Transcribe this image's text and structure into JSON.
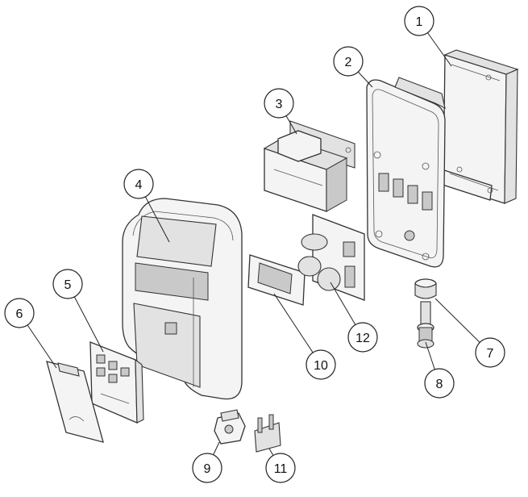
{
  "diagram": {
    "type": "exploded-parts-view",
    "callouts": [
      {
        "label": "1"
      },
      {
        "label": "2"
      },
      {
        "label": "3"
      },
      {
        "label": "4"
      },
      {
        "label": "5"
      },
      {
        "label": "6"
      },
      {
        "label": "7"
      },
      {
        "label": "8"
      },
      {
        "label": "9"
      },
      {
        "label": "10"
      },
      {
        "label": "11"
      },
      {
        "label": "12"
      }
    ]
  }
}
